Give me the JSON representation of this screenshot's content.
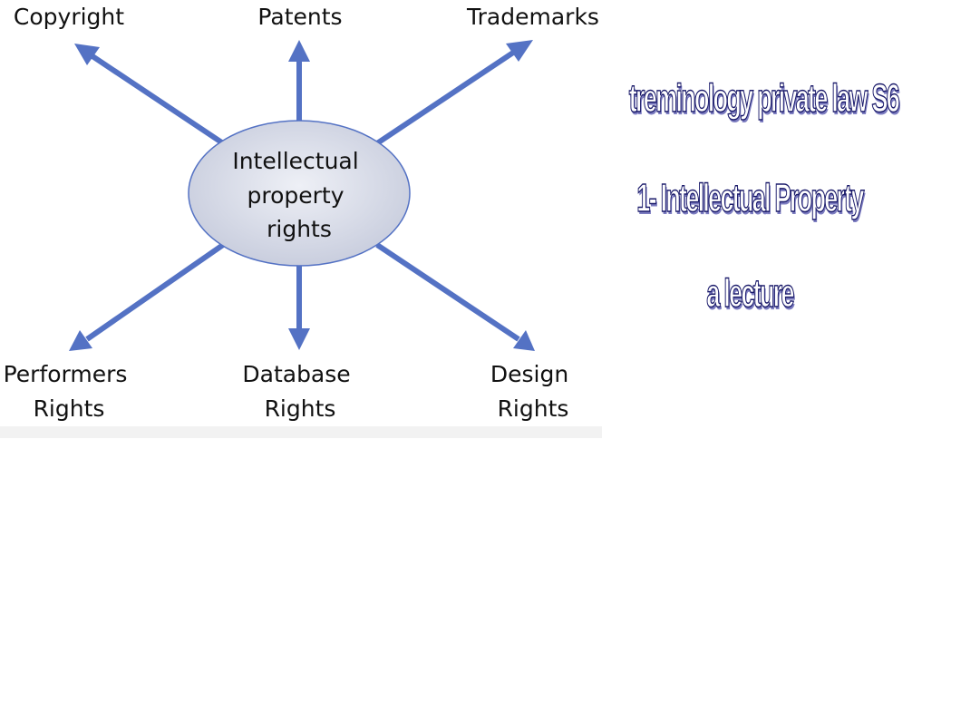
{
  "diagram": {
    "center": {
      "lines": [
        "Intellectual",
        "property",
        "rights"
      ]
    },
    "nodes": [
      {
        "id": "copyright",
        "lines": [
          "Copyright"
        ]
      },
      {
        "id": "patents",
        "lines": [
          "Patents"
        ]
      },
      {
        "id": "trademarks",
        "lines": [
          "Trademarks"
        ]
      },
      {
        "id": "performers",
        "lines": [
          "Performers",
          "Rights"
        ]
      },
      {
        "id": "database",
        "lines": [
          "Database",
          "Rights"
        ]
      },
      {
        "id": "design",
        "lines": [
          "Design",
          "Rights"
        ]
      }
    ],
    "colors": {
      "arrow": "#5472c4",
      "ellipse_fill_center": "#eef0f6",
      "ellipse_fill_edge": "#c6cbdc",
      "ellipse_stroke": "#5472c4"
    }
  },
  "title": {
    "line1": "treminology private law S6",
    "line2": "1- Intellectual Property",
    "line3": "a lecture",
    "colors": {
      "fill": "#ffffff",
      "outline": "#1a1a6a",
      "shadow": "#7c7cc0"
    }
  }
}
